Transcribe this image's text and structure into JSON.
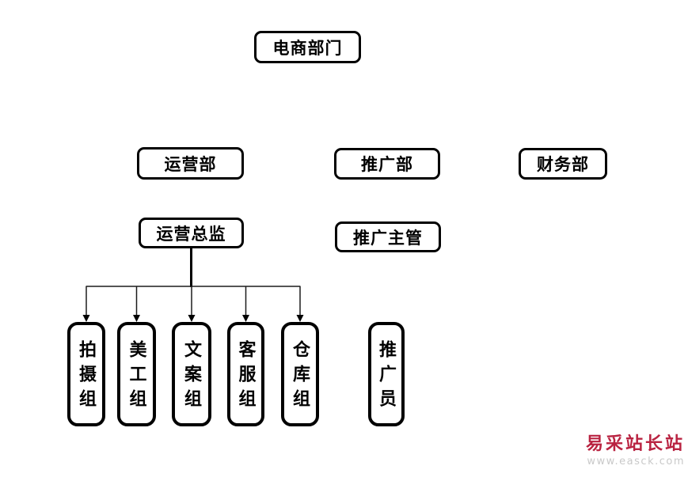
{
  "org_chart": {
    "root": {
      "label": "电商部门"
    },
    "departments": [
      {
        "label": "运营部"
      },
      {
        "label": "推广部"
      },
      {
        "label": "财务部"
      }
    ],
    "managers": [
      {
        "label": "运营总监"
      },
      {
        "label": "推广主管"
      }
    ],
    "teams": [
      {
        "label": "拍摄组"
      },
      {
        "label": "美工组"
      },
      {
        "label": "文案组"
      },
      {
        "label": "客服组"
      },
      {
        "label": "仓库组"
      },
      {
        "label": "推广员"
      }
    ],
    "connections": {
      "from": "运营总监",
      "to": [
        "拍摄组",
        "美工组",
        "文案组",
        "客服组",
        "仓库组"
      ],
      "style": "arrow-down"
    }
  },
  "watermark": {
    "site_name": "易采站长站",
    "site_url": "www.easck.com",
    "name_color": "#b92341",
    "url_color": "#c9c9c9"
  },
  "colors": {
    "background": "#ffffff",
    "box_border": "#000000",
    "connector_line": "#000000"
  }
}
